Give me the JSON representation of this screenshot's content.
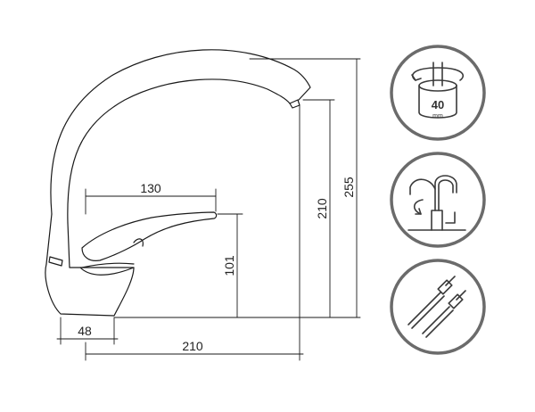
{
  "dimensions": {
    "top_width": "130",
    "spout_reach": "210",
    "lever_height": "101",
    "spout_height": "210",
    "total_height": "255",
    "base_diameter": "48"
  },
  "icons": [
    {
      "name": "mounting-hole-icon",
      "value": "40",
      "unit": "mm"
    },
    {
      "name": "swivel-spout-icon"
    },
    {
      "name": "flexible-hoses-icon"
    }
  ]
}
